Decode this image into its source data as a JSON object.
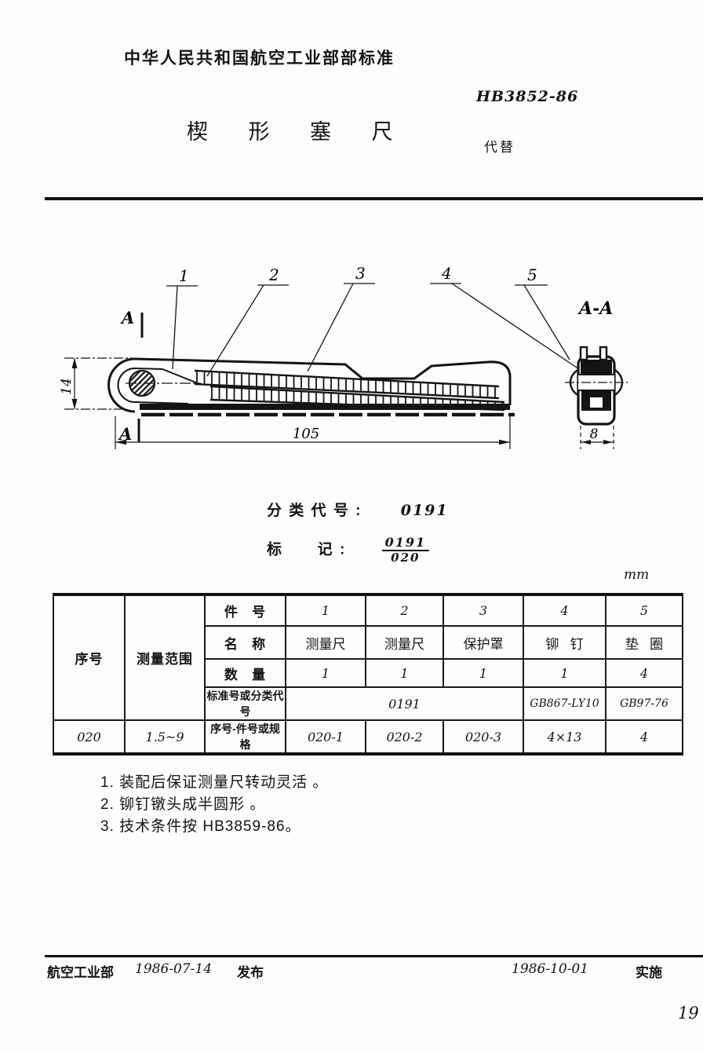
{
  "header": {
    "org_title": "中华人民共和国航空工业部部标准",
    "std_no": "HB3852-86",
    "title": "楔 形 塞 尺",
    "replaces_label": "代替"
  },
  "drawing": {
    "callouts": [
      "1",
      "2",
      "3",
      "4",
      "5"
    ],
    "section_label": "A-A",
    "cut_mark_top": "A",
    "cut_mark_bottom": "A",
    "dim_height": "14",
    "dim_length": "105",
    "dim_width": "8"
  },
  "classification": {
    "code_label": "分 类 代 号 :",
    "code_value": "0191",
    "mark_label": "标      记 :",
    "mark_numerator": "0191",
    "mark_denominator": "020"
  },
  "table": {
    "unit_label": "mm",
    "headers": {
      "serial": "序号",
      "range": "测量范围",
      "part_no": "件   号",
      "name": "名   称",
      "qty": "数   量",
      "std_code": "标准号或分类代号",
      "spec": "序号-件号或规格"
    },
    "part_nos": [
      "1",
      "2",
      "3",
      "4",
      "5"
    ],
    "names": [
      "测量尺",
      "测量尺",
      "保护罩",
      "铆   钉",
      "垫   圈"
    ],
    "qtys": [
      "1",
      "1",
      "1",
      "1",
      "4"
    ],
    "std_codes": [
      "0191",
      "GB867-LY10",
      "GB97-76"
    ],
    "specs": [
      "020-1",
      "020-2",
      "020-3",
      "4×13",
      "4"
    ],
    "serial_value": "020",
    "range_value": "1.5~9"
  },
  "notes": [
    "1. 装配后保证测量尺转动灵活 。",
    "2. 铆钉镦头成半圆形 。",
    "3. 技术条件按 HB3859-86。"
  ],
  "footer": {
    "org": "航空工业部",
    "issue_date": "1986-07-14",
    "issue_label": "发布",
    "impl_date": "1986-10-01",
    "impl_label": "实施",
    "page_no": "19"
  }
}
